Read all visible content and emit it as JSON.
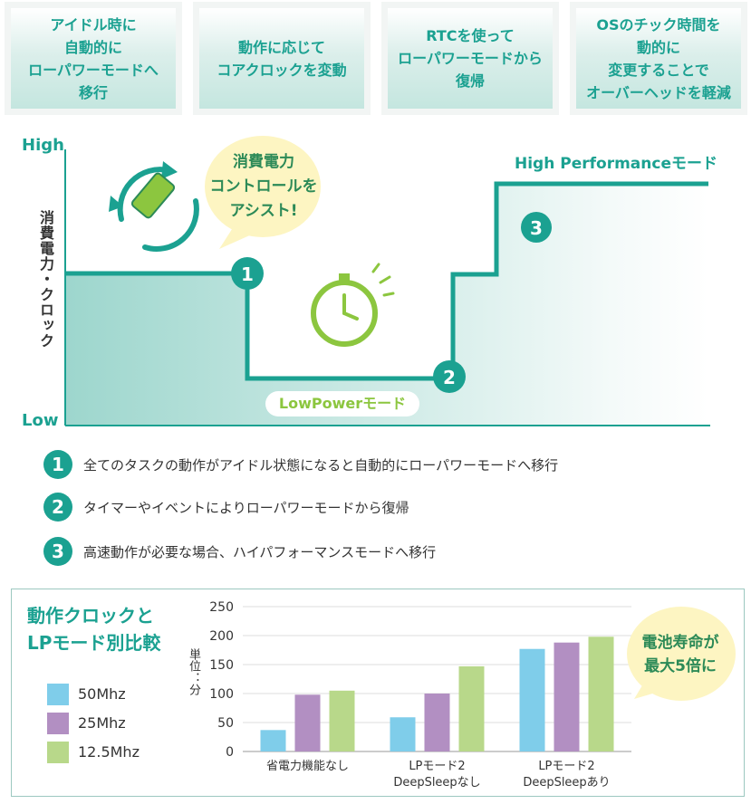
{
  "top_boxes": [
    {
      "text": "アイドル時に\n自動的に\nローパワーモードへ\n移行"
    },
    {
      "text": "動作に応じて\nコアクロックを変動"
    },
    {
      "text": "RTCを使って\nローパワーモードから\n復帰"
    },
    {
      "text": "OSのチック時間を\n動的に\n変更することで\nオーバーヘッドを軽減"
    }
  ],
  "diagram": {
    "axis_high": "High",
    "axis_low": "Low",
    "y_label": "消費電力・クロック",
    "bubble": "消費電力\nコントロールを\nアシスト!",
    "low_power_label": "LowPowerモード",
    "high_perf_label": "High Performanceモード",
    "markers": [
      "1",
      "2",
      "3"
    ]
  },
  "steps": [
    {
      "num": "1",
      "text": "全てのタスクの動作がアイドル状態になると自動的にローパワーモードへ移行"
    },
    {
      "num": "2",
      "text": "タイマーやイベントによりローパワーモードから復帰"
    },
    {
      "num": "3",
      "text": "高速動作が必要な場合、ハイパフォーマンスモードへ移行"
    }
  ],
  "chart_title": "動作クロックと\nLPモード別比較",
  "unit_label": "単位：分",
  "badge": "電池寿命が\n最大5倍に",
  "colors": {
    "teal": "#1ba191",
    "green": "#8cc63f",
    "blue": "#7fcdea",
    "purple": "#b28fc2",
    "lightgreen": "#b8d88a"
  },
  "chart_data": {
    "type": "bar",
    "categories": [
      "省電力機能なし",
      "LPモード2\nDeepSleepなし",
      "LPモード2\nDeepSleepあり"
    ],
    "series": [
      {
        "name": "50Mhz",
        "color": "#7fcdea",
        "values": [
          37,
          59,
          177
        ]
      },
      {
        "name": "25Mhz",
        "color": "#b28fc2",
        "values": [
          98,
          100,
          188
        ]
      },
      {
        "name": "12.5Mhz",
        "color": "#b8d88a",
        "values": [
          105,
          147,
          198
        ]
      }
    ],
    "yticks": [
      0,
      50,
      100,
      150,
      200,
      250
    ],
    "ylim": [
      0,
      250
    ],
    "ylabel": "単位：分",
    "grid": true,
    "legend": "left"
  }
}
